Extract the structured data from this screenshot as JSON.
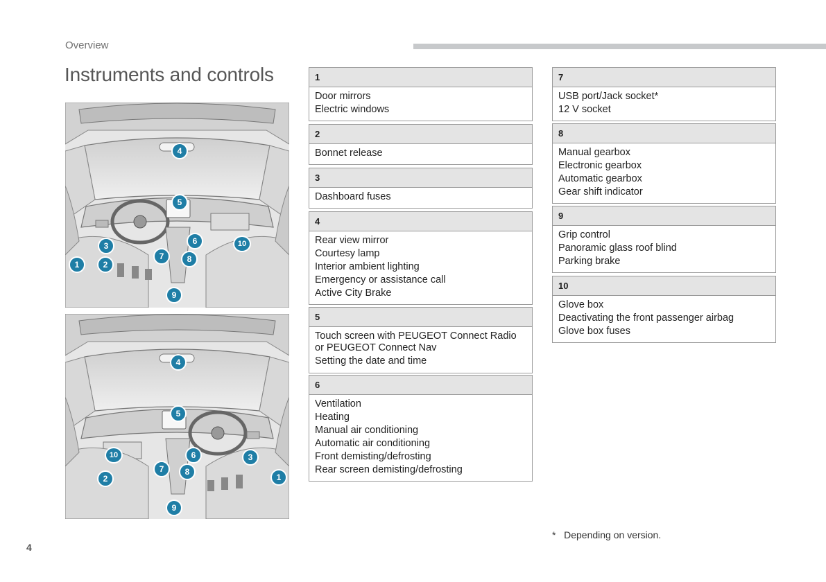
{
  "header": {
    "section": "Overview",
    "title": "Instruments and controls"
  },
  "figures": {
    "lhd": {
      "callouts": [
        "1",
        "2",
        "3",
        "4",
        "5",
        "6",
        "7",
        "8",
        "9",
        "10"
      ]
    },
    "rhd": {
      "callouts": [
        "1",
        "2",
        "3",
        "4",
        "5",
        "6",
        "7",
        "8",
        "9",
        "10"
      ]
    }
  },
  "items": [
    {
      "number": "1",
      "lines": [
        "Door mirrors",
        "Electric windows"
      ]
    },
    {
      "number": "2",
      "lines": [
        "Bonnet release"
      ]
    },
    {
      "number": "3",
      "lines": [
        "Dashboard fuses"
      ]
    },
    {
      "number": "4",
      "lines": [
        "Rear view mirror",
        "Courtesy lamp",
        "Interior ambient lighting",
        "Emergency or assistance call",
        "Active City Brake"
      ]
    },
    {
      "number": "5",
      "lines": [
        "Touch screen with PEUGEOT Connect Radio or PEUGEOT Connect Nav",
        "Setting the date and time"
      ]
    },
    {
      "number": "6",
      "lines": [
        "Ventilation",
        "Heating",
        "Manual air conditioning",
        "Automatic air conditioning",
        "Front demisting/defrosting",
        "Rear screen demisting/defrosting"
      ]
    },
    {
      "number": "7",
      "lines": [
        "USB port/Jack socket*",
        "12 V socket"
      ]
    },
    {
      "number": "8",
      "lines": [
        "Manual gearbox",
        "Electronic gearbox",
        "Automatic gearbox",
        "Gear shift indicator"
      ]
    },
    {
      "number": "9",
      "lines": [
        "Grip control",
        "Panoramic glass roof blind",
        "Parking brake"
      ]
    },
    {
      "number": "10",
      "lines": [
        "Glove box",
        "Deactivating the front passenger airbag",
        "Glove box fuses"
      ]
    }
  ],
  "footnote": "*   Depending on version.",
  "page_number": "4",
  "colors": {
    "callout": "#1f7ea6",
    "header_fill": "#e4e4e4",
    "border": "#9a9a9a"
  }
}
